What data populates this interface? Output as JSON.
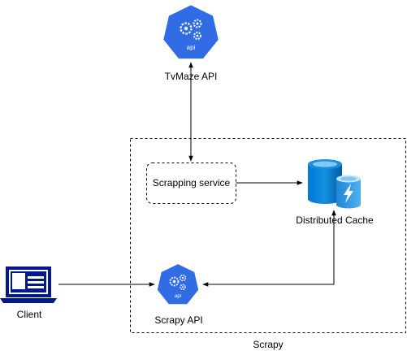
{
  "nodes": {
    "tvmaze_api": {
      "label": "TvMaze API",
      "icon": "kubernetes-api-icon",
      "icon_text": "api",
      "icon_color": "#326CE5"
    },
    "scrapping_service": {
      "label": "Scrapping service"
    },
    "distributed_cache": {
      "label": "Distributed Cache",
      "icon": "azure-cache-redis-icon"
    },
    "client": {
      "label": "Client",
      "icon": "laptop-icon",
      "icon_color": "#00188F"
    },
    "scrapy_api": {
      "label": "Scrapy API",
      "icon": "kubernetes-api-icon",
      "icon_text": "api",
      "icon_color": "#326CE5"
    }
  },
  "groups": {
    "scrapy": {
      "label": "Scrapy"
    }
  },
  "edges": [
    {
      "from": "tvmaze_api",
      "to": "scrapping_service",
      "direction": "both"
    },
    {
      "from": "scrapping_service",
      "to": "distributed_cache",
      "direction": "forward"
    },
    {
      "from": "client",
      "to": "scrapy_api",
      "direction": "forward"
    },
    {
      "from": "distributed_cache",
      "to": "scrapy_api",
      "direction": "both"
    }
  ]
}
